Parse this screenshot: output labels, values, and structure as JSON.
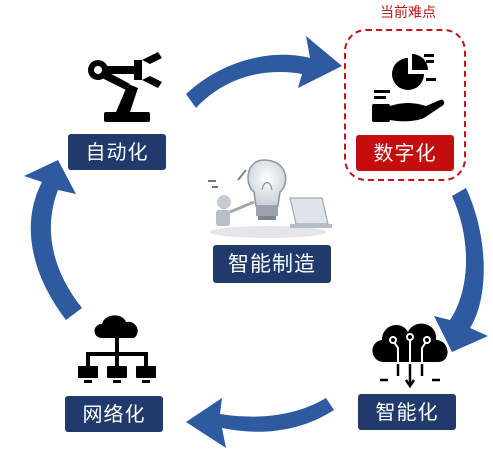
{
  "diagram": {
    "center_label": "智能制造",
    "highlight_note": "当前难点",
    "stages": [
      {
        "label": "自动化",
        "icon": "robot-arm-icon"
      },
      {
        "label": "数字化",
        "icon": "pie-chart-hand-icon"
      },
      {
        "label": "智能化",
        "icon": "smart-cloud-icon"
      },
      {
        "label": "网络化",
        "icon": "cloud-network-icon"
      }
    ],
    "center_icon": "lightbulb-laptop-icon"
  },
  "colors": {
    "arrow": "#2e5a9f",
    "label_bg": "#1f3a6b",
    "highlight_bg": "#c40d0d",
    "dash": "#c0151c"
  }
}
